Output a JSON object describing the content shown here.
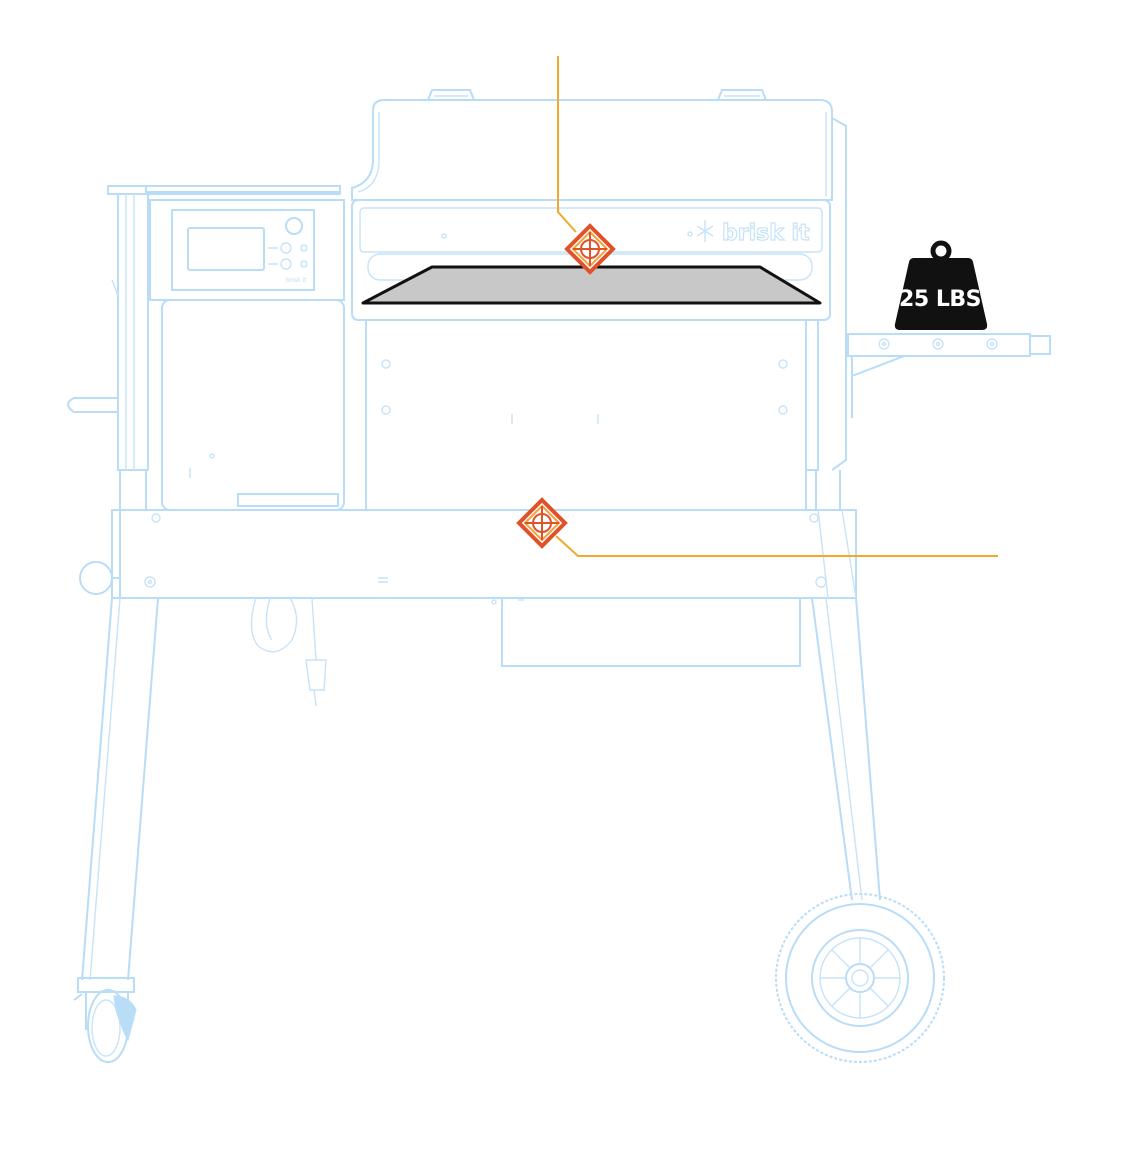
{
  "grill": {
    "brand_label": "brisk it",
    "controller_label": "brisk it"
  },
  "weight": {
    "label": "25 LBS",
    "color": "#111111"
  },
  "colors": {
    "outline": "#b9dcf7",
    "callout_line": "#f0a92a",
    "marker_outer": "#e0522a",
    "marker_inner": "#f3a13b",
    "shelf_fill": "#c8c8c8",
    "shelf_stroke": "#111111"
  },
  "icons": {
    "callout_marker": "diamond-crosshair-icon",
    "weight": "weight-icon"
  }
}
